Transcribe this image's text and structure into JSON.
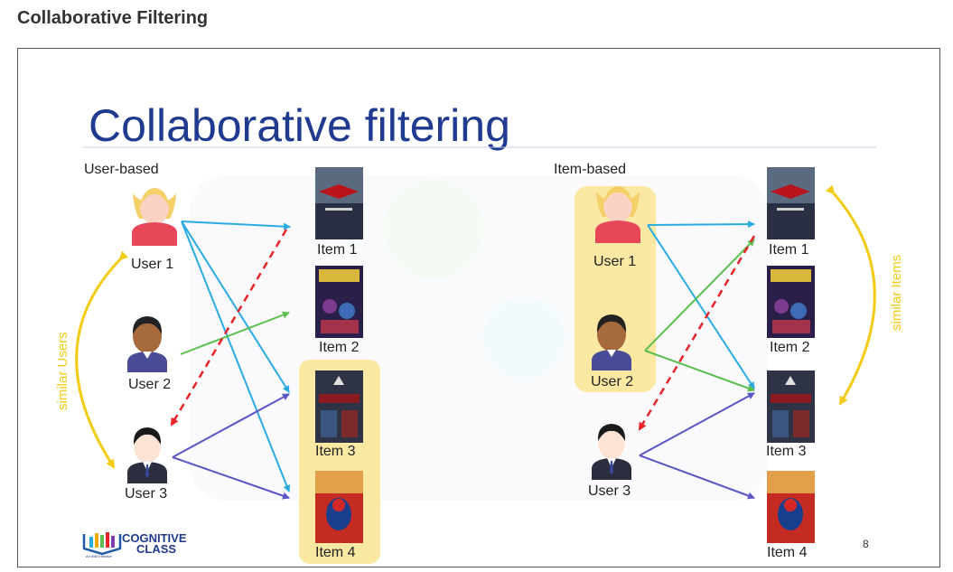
{
  "page": {
    "title": "Collaborative Filtering"
  },
  "slide": {
    "title": "Collaborative filtering",
    "page_number": "8",
    "logo": {
      "line1": "COGNITIVE",
      "line2": "CLASS",
      "tagline": "An IBM Initiative"
    },
    "user_based": {
      "heading": "User-based",
      "side_label": "similar Users",
      "users": [
        "User 1",
        "User 2",
        "User 3"
      ],
      "items": [
        "Item 1",
        "Item 2",
        "Item 3",
        "Item 4"
      ]
    },
    "item_based": {
      "heading": "Item-based",
      "side_label": "similar Items",
      "users": [
        "User 1",
        "User 2",
        "User 3"
      ],
      "items": [
        "Item 1",
        "Item 2",
        "Item 3",
        "Item 4"
      ]
    },
    "colors": {
      "title": "#1f3a8f",
      "cyan_arrow": "#29abe2",
      "green_arrow": "#5bbf4e",
      "purple_arrow": "#5a55c4",
      "red_dashed": "#e8232a",
      "yellow": "#f2cc14",
      "highlight": "#fbe8a3"
    }
  }
}
